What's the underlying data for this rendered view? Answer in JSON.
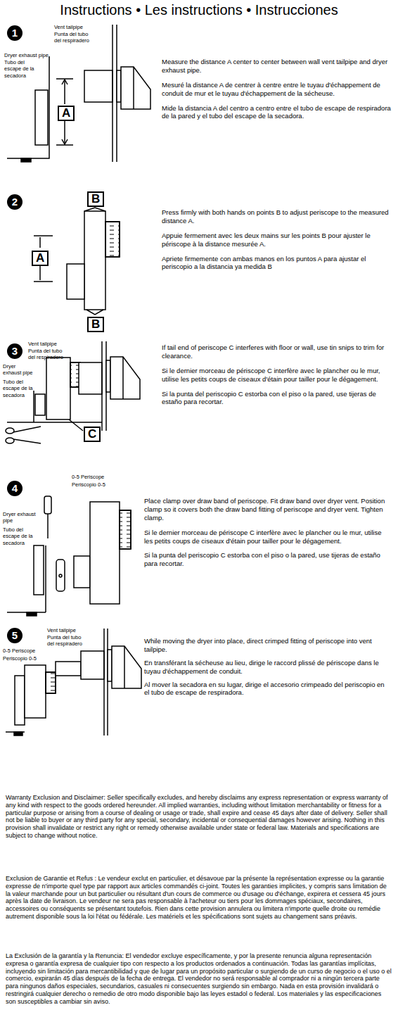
{
  "diagram": {
    "title": "Instructions • Les instructions • Instrucciones",
    "labels": [
      "1",
      "Vent tailpipe",
      "Punta del tubo del respiradero",
      "Dryer exhaust pipe",
      "Tubo del escape de la secadora",
      "A",
      "Measure the distance A center to center between wall vent tailpipe and dryer exhaust pipe.",
      "Mesuré la distance A de centrer à centre entre le tuyau d'échappement de conduit de mur et le tuyau d'échappement de la sécheuse.",
      "Mide la distancia A del centro a centro entre el tubo de escape de respiradora de la pared y el tubo del escape de la secadora.",
      "2",
      "B",
      "A",
      "B",
      "Press firmly with both hands on points B to adjust periscope to the measured distance A.",
      "Appuie fermement avec les deux mains sur les points B pour ajuster le périscope à la distance mesurée A.",
      "Apriete firmemente con ambas manos en los puntos A para ajustar el periscopio a la distancia ya medida B",
      "3",
      "Vent tailpipe",
      "Punta del tubo del respiradero",
      "Dryer exhaust pipe",
      "Tubo del escape de la secadora",
      "C",
      "If tail end of periscope C interferes with floor or wall, use tin snips to trim for clearance.",
      "Si le dernier morceau de périscope C interfère avec le plancher ou le mur, utilise les petits coups de ciseaux d'étain pour tailler pour le dégagement.",
      "Si la punta del periscopio C estorba con el piso o la pared, use tijeras de estaño para recortar.",
      "4",
      "0-5 Periscope",
      "Periscopio 0-5",
      "Dryer exhaust pipe",
      "Tubo del escape de la secadora",
      "Place clamp over draw band of periscope. Fit draw band over dryer vent. Position clamp so it covers both the draw band fitting of periscope and dryer vent. Tighten clamp.",
      "Si le dernier morceau de périscope C interfère avec le plancher ou le mur, utilise les petits coups de ciseaux d'étain pour tailler pour le dégagement.",
      "Si la punta del periscopio C estorba con el piso o la pared, use tijeras de estaño para recortar.",
      "5",
      "Vent tailpipe",
      "Punta del tubo del respiradero",
      "0-5 Periscope",
      "Periscopio 0-5",
      "While moving the dryer into place, direct crimped fitting of periscope into vent tailpipe.",
      "En transférant la sécheuse au lieu, dirige le raccord plissé de périscope dans le tuyau d'échappement de conduit.",
      "Al mover la secadora en su lugar, dirige el accesorio crimpeado del periscopio en el tubo de escape de respiradora.",
      "Warranty Exclusion and Disclaimer: Seller specifically excludes, and hereby disclaims any express representation or express warranty of any kind with respect to the goods ordered hereunder. All implied warranties, including without limitation merchantability or fitness for a particular purpose or arising from a course of dealing or usage or trade, shall expire and cease 45 days after date of delivery. Seller shall not be liable to buyer or any third party for any special, secondary, incidental or consequential damages however arising. Nothing in this provision shall invalidate or restrict any right or remedy otherwise available under state or federal law. Materials and specifications are subject to change without notice.",
      "Exclusion de Garantie et Refus : Le vendeur exclut en particulier, et désavoue par la présente la représentation expresse ou la garantie expresse de n'importe quel type par rapport aux articles commandés ci-joint. Toutes les garanties implicites, y compris sans limitation de la valeur marchande pour un but particulier ou résultant d'un cours de commerce ou d'usage ou d'échange, expirera et cessera 45 jours après la date de livraison. Le vendeur ne sera pas responsable à l'acheteur ou tiers pour les dommages spéciaux, secondaires, accessoires ou conséquents se présentant toutefois. Rien dans cette provision annulera ou limitera n'importe quelle droite ou remédie autrement disponible sous la loi l'état ou fédérale. Les matériels et les spécifications sont sujets au changement sans préavis.",
      "La Exclusión de la garantía y la Renuncia: El vendedor excluye específicamente, y por la presente renuncia alguna representación expresa o garantía expresa de cualquier tipo con respecto a los productos ordenados a continuación. Todas las garantías implícitas, incluyendo sin limitación para mercantibilidad y que de lugar para un propósito particular o surgiendo de un curso de negocio o el uso o el comercio, expirarán 45 días después de la fecha de entrega. El vendedor no será responsable al comprador ni a ningún tercera parte para ningunos daños especiales, secundarios, casuales ni consecuentes surgiendo sin embargo. Nada en esta provisión invalidará o restringirá cualquier derecho o remedio de otro modo disponible bajo las leyes estadol o federal. Los materiales y las especificaciones son susceptibles a cambiar sin aviso."
    ]
  }
}
